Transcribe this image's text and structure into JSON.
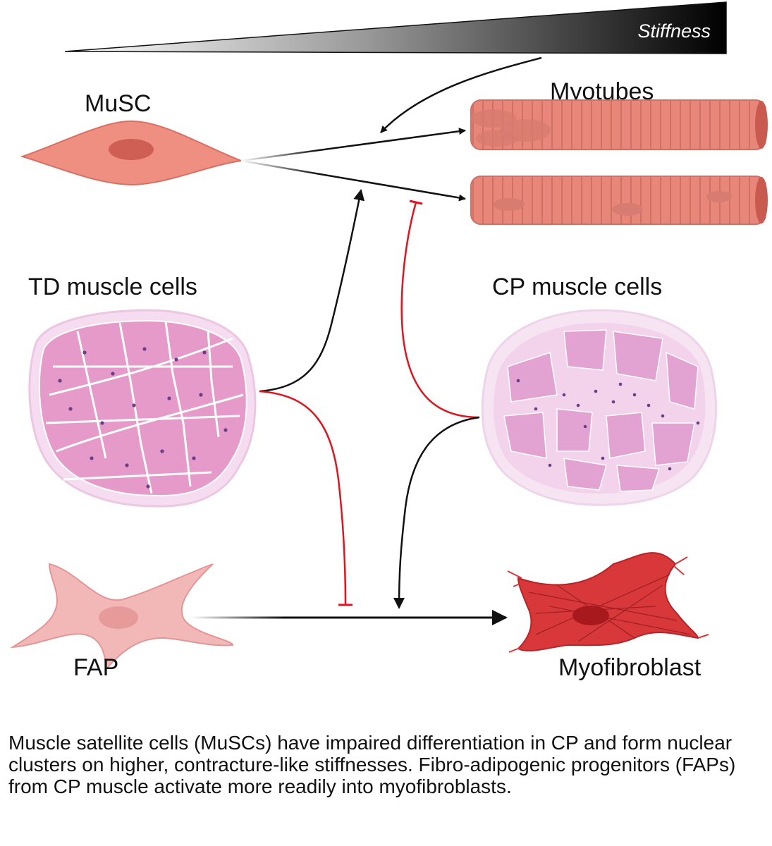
{
  "gradient_label": "Stiffness",
  "labels": {
    "musc": "MuSC",
    "myotubes": "Myotubes",
    "td_cells": "TD muscle cells",
    "cp_cells": "CP muscle cells",
    "fap": "FAP",
    "myofibroblast": "Myofibroblast"
  },
  "caption": "Muscle satellite cells (MuSCs) have impaired differentiation in CP and form nuclear clusters on higher,  contracture-like stiffnesses. Fibro-adipogenic progenitors (FAPs) from CP muscle activate more readily into myofibroblasts.",
  "colors": {
    "promote_arrow": "#111111",
    "inhibit_arrow": "#e0141e",
    "muscle_pink": "#e59ac9",
    "myotube": "#e8867a",
    "myofibroblast": "#d8383a",
    "fap": "#f2b8b8"
  }
}
